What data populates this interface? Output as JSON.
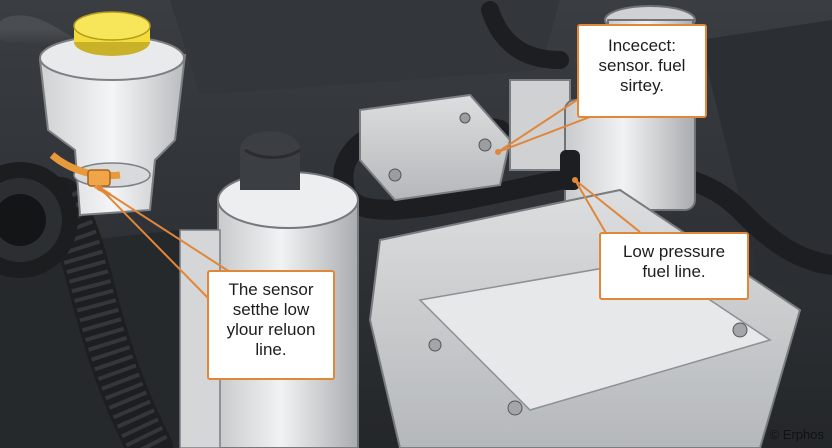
{
  "callouts": {
    "left": {
      "lines": [
        "The sensor",
        "setthe low",
        "ylour reluon",
        "line."
      ]
    },
    "top": {
      "lines": [
        "Incecect:",
        "sensor. fuel",
        "sirtey."
      ]
    },
    "right": {
      "lines": [
        "Low pressure",
        "fuel line."
      ]
    }
  },
  "copyright": "© Erphos",
  "colors": {
    "callout_border": "#e0873a",
    "reservoir_cap": "#f3dc3c",
    "sensor_clip": "#e89a3a"
  }
}
